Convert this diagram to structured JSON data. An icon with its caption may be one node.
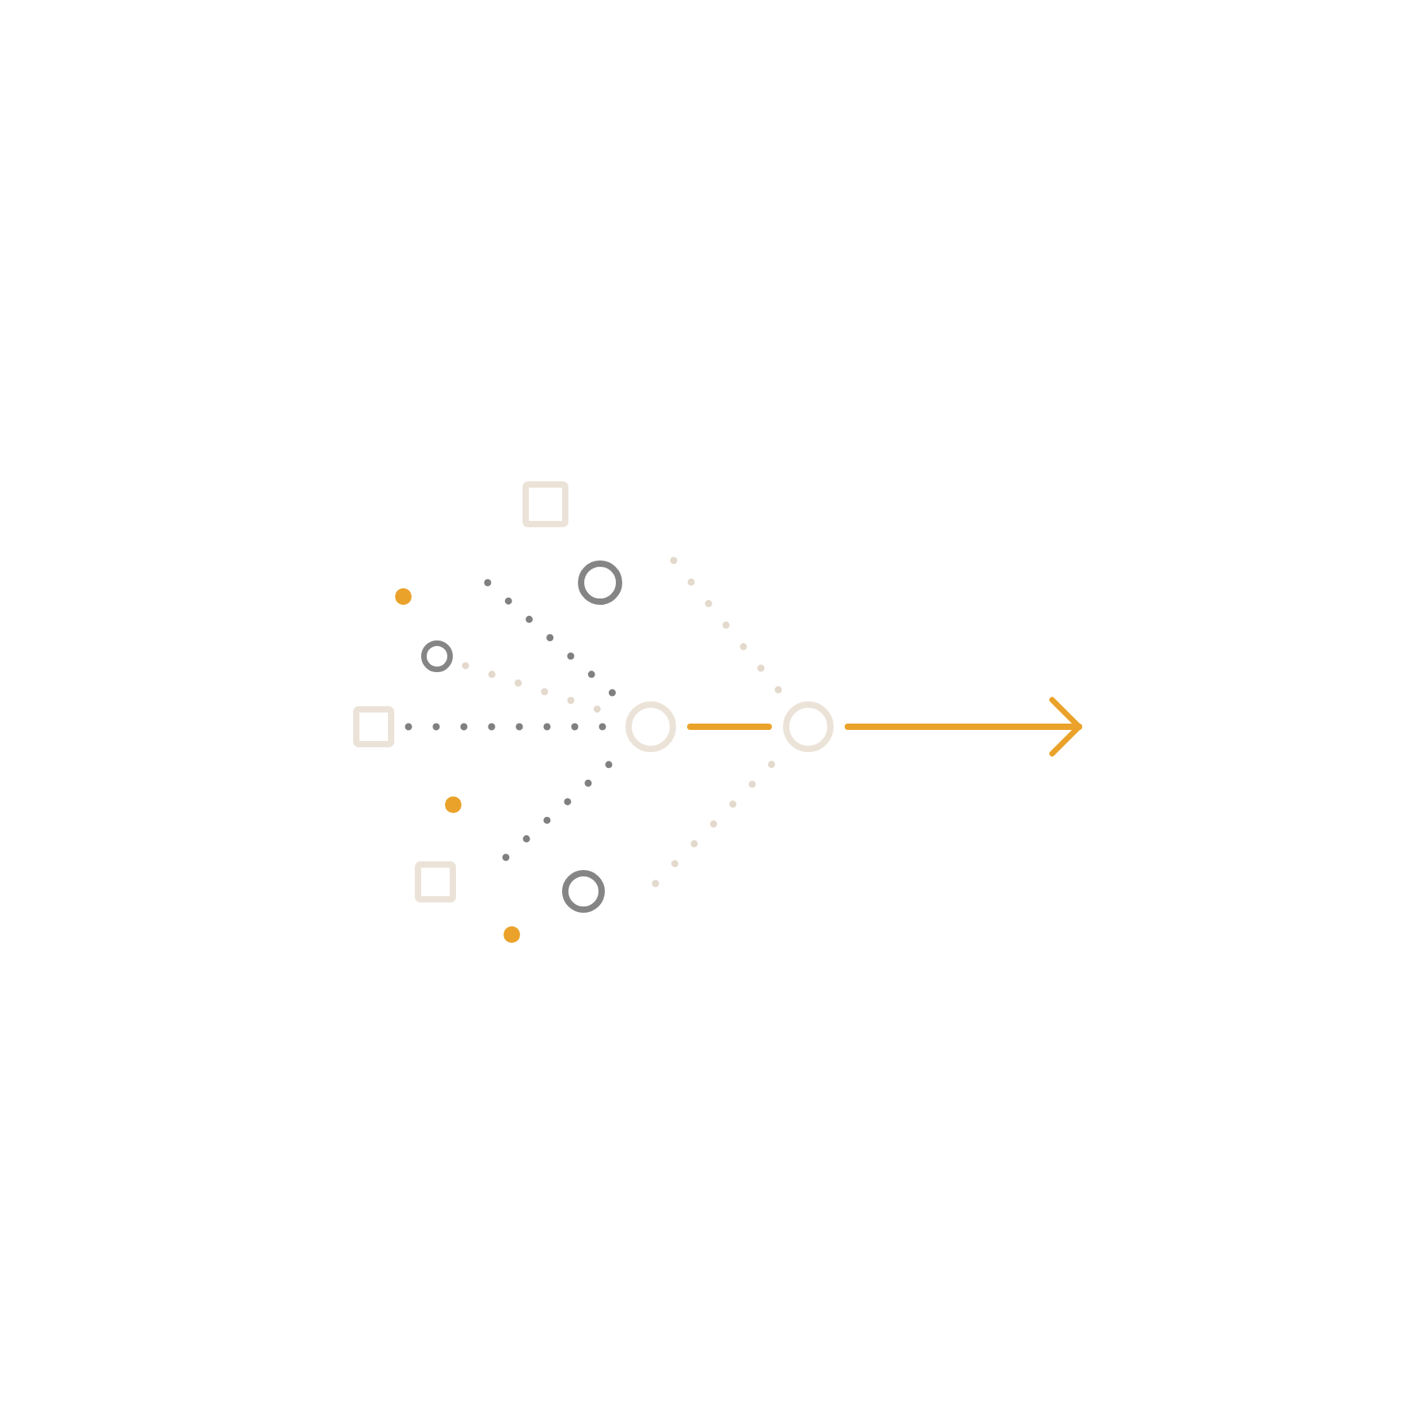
{
  "diagram": {
    "nodes": [
      {
        "text": [],
        "shape": "box"
      },
      {
        "text": [],
        "shape": "circle"
      },
      {
        "text": [],
        "shape": "circle"
      },
      {
        "text": [],
        "shape": "circle"
      },
      {
        "text": [],
        "shape": "box"
      },
      {
        "text": [],
        "shape": "circle"
      },
      {
        "text": [],
        "shape": "circle"
      },
      {
        "text": [],
        "shape": "circle"
      },
      {
        "text": [],
        "shape": "box"
      },
      {
        "text": [],
        "shape": "circle"
      },
      {
        "text": [],
        "shape": "circle"
      }
    ],
    "edges": [
      {
        "from": null,
        "to": 5,
        "arrow": "none",
        "style": "dashed",
        "color": "#808080"
      },
      {
        "from": 3,
        "to": 5,
        "arrow": "none",
        "style": "dashed",
        "color": "#e3d9cc"
      },
      {
        "from": 4,
        "to": 5,
        "arrow": "none",
        "style": "dashed",
        "color": "#808080"
      },
      {
        "from": null,
        "to": 5,
        "arrow": "none",
        "style": "dashed",
        "color": "#808080"
      },
      {
        "from": 5,
        "to": 6,
        "arrow": "none",
        "color": "#eaa22a"
      },
      {
        "from": 6,
        "to": null,
        "arrow": "to",
        "color": "#eaa22a"
      },
      {
        "from": null,
        "to": 6,
        "arrow": "none",
        "style": "dashed",
        "color": "#e3d9cc"
      },
      {
        "from": null,
        "to": 6,
        "arrow": "none",
        "style": "dashed",
        "color": "#e3d9cc"
      }
    ]
  }
}
